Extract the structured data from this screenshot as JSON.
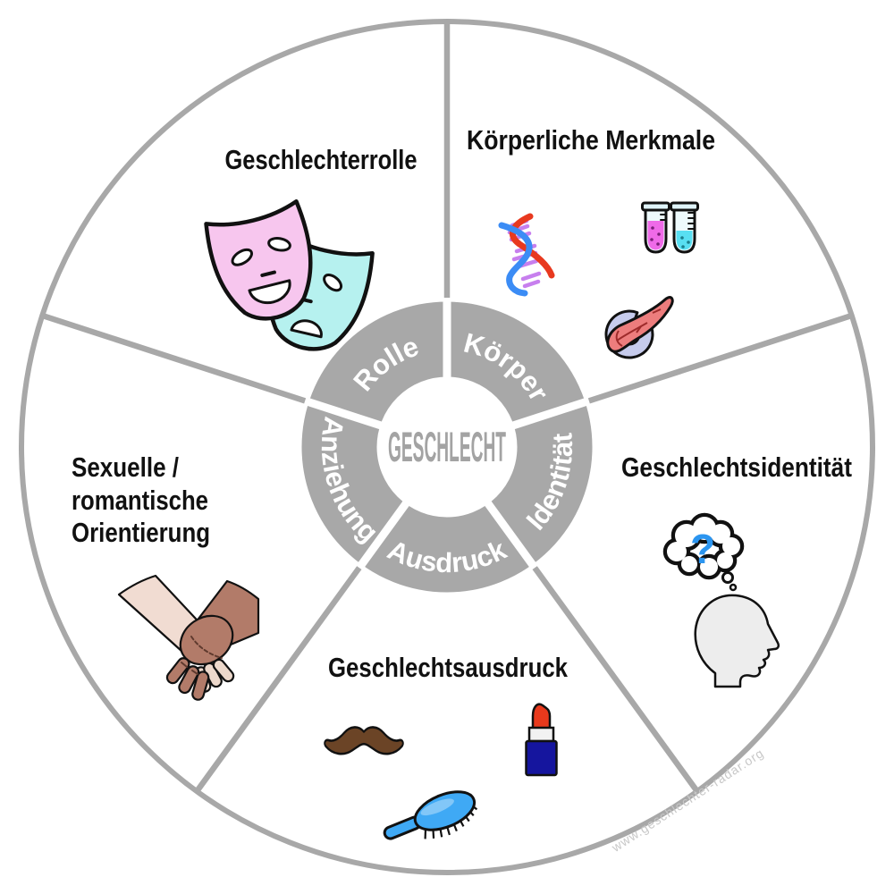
{
  "diagram": {
    "center_label": "GESCHLECHT",
    "watermark": "www.geschlechter-radar.org",
    "question_mark": "?"
  },
  "sectors": [
    {
      "label": "Geschlechterrolle",
      "ring_label": "Rolle",
      "icons": [
        "comedy-tragedy-masks"
      ]
    },
    {
      "label": "Körperliche Merkmale",
      "ring_label": "Körper",
      "icons": [
        "dna-helix",
        "test-tubes",
        "pancreas-organ"
      ]
    },
    {
      "label": "Geschlechtsidentität",
      "ring_label": "Identität",
      "icons": [
        "thought-bubble-question",
        "head-profile"
      ]
    },
    {
      "label": "Geschlechtsausdruck",
      "ring_label": "Ausdruck",
      "icons": [
        "moustache",
        "lipstick",
        "hairbrush"
      ]
    },
    {
      "label_lines": [
        "Sexuelle /",
        "romantische",
        "Orientierung"
      ],
      "ring_label": "Anziehung",
      "icons": [
        "holding-hands"
      ]
    }
  ],
  "colors": {
    "wheel_gray": "#a8a8a8",
    "center_text_gray": "#a3a3a3",
    "outline_black": "#111111",
    "mask_pink": "#f7c6ee",
    "mask_cyan": "#b6f1ef",
    "dna_red": "#e8391f",
    "dna_blue": "#3b8cf5",
    "dna_rung_purple": "#c77fee",
    "tube_glass": "#eefafc",
    "tube_liquid_pink": "#ef6ae8",
    "tube_liquid_cyan": "#58dff2",
    "pancreas_salmon": "#ed7d7d",
    "duodenum_lavender": "#c6cbec",
    "question_blue": "#2b95f0",
    "head_gray": "#ededed",
    "moustache_brown": "#6b4426",
    "lipstick_red": "#e8391c",
    "lipstick_base_blue": "#15159e",
    "brush_blue": "#3fa9f5",
    "skin_light": "#f1dcd2",
    "skin_nail_light": "#ecd8cb",
    "skin_dark": "#b27b69",
    "watermark_gray": "#c8c8c8"
  }
}
